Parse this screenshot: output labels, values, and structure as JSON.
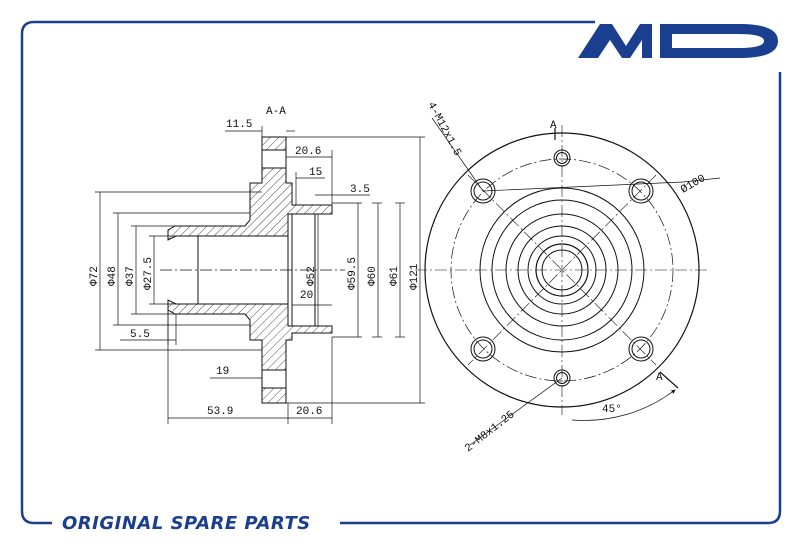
{
  "brand": {
    "logo_text": "AMD",
    "color": "#1a3f8f"
  },
  "tagline": "ORIGINAL SPARE PARTS",
  "section_view": {
    "title": "A-A",
    "dims": {
      "d11_5": "11.5",
      "d20_6_top": "20.6",
      "d15": "15",
      "d3_5": "3.5",
      "phi72": "Φ72",
      "phi48": "Φ48",
      "phi37": "Φ37",
      "phi27_5": "Φ27.5",
      "phi52": "Φ52",
      "phi59_5": "Φ59.5",
      "phi60": "Φ60",
      "phi61": "Φ61",
      "phi121": "Φ121",
      "d20": "20",
      "d5_5": "5.5",
      "d19": "19",
      "d53_9": "53.9",
      "d20_6_bottom": "20.6"
    }
  },
  "front_view": {
    "label_top": "A",
    "label_bottom": "A",
    "bolt_holes": "4-M12x1.5",
    "pcd": "Ø100",
    "small_holes": "2-M8x1.25",
    "angle": "45°"
  }
}
